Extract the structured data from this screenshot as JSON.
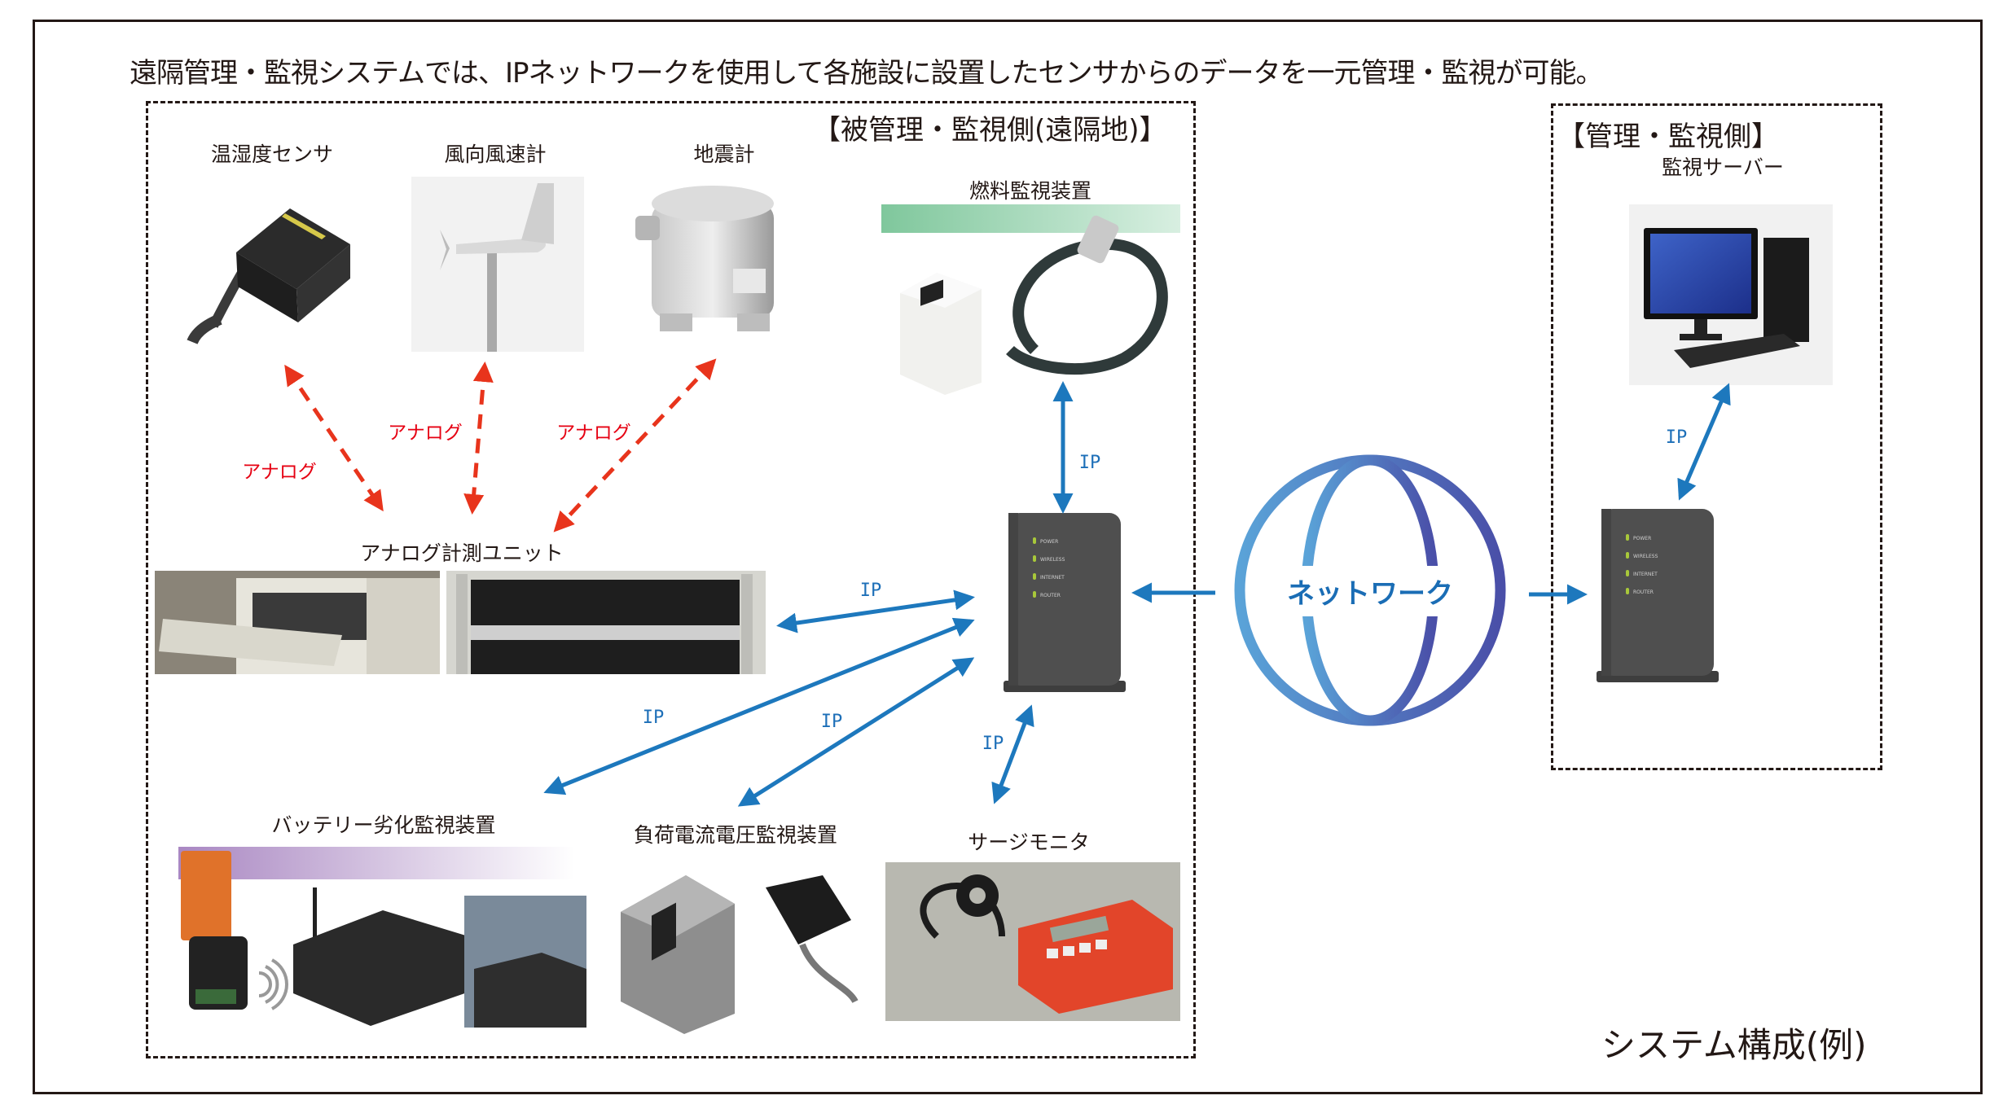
{
  "headline": "遠隔管理・監視システムでは、IPネットワークを使用して各施設に設置したセンサからのデータを一元管理・監視が可能。",
  "remote_side": {
    "title": "【被管理・監視側(遠隔地)】",
    "sensors": [
      {
        "label": "温湿度センサ",
        "icon": "temperature-humidity-sensor"
      },
      {
        "label": "風向風速計",
        "icon": "anemometer"
      },
      {
        "label": "地震計",
        "icon": "seismometer"
      }
    ],
    "analog_links": [
      "アナログ",
      "アナログ",
      "アナログ"
    ],
    "analog_unit": {
      "label": "アナログ計測ユニット",
      "icon": "rack-cabinet"
    },
    "fuel_monitor": {
      "label": "燃料監視装置",
      "band_color": "#8fd0a8"
    },
    "battery_monitor": {
      "label": "バッテリー劣化監視装置",
      "band_color": "#b497c8"
    },
    "load_monitor": {
      "label": "負荷電流電圧監視装置"
    },
    "surge_monitor": {
      "label": "サージモニタ"
    },
    "router": {
      "leds": [
        "POWER",
        "WIRELESS",
        "INTERNET",
        "ROUTER"
      ]
    }
  },
  "network": {
    "label": "ネットワーク",
    "icon": "globe"
  },
  "management_side": {
    "title": "【管理・監視側】",
    "server": {
      "label": "監視サーバー",
      "icon": "desktop-pc"
    },
    "router": {
      "leds": [
        "POWER",
        "WIRELESS",
        "INTERNET",
        "ROUTER"
      ]
    }
  },
  "links": {
    "ip_label": "IP",
    "ip_fuel": "IP",
    "ip_unit": "IP",
    "ip_battery": "IP",
    "ip_load": "IP",
    "ip_surge": "IP",
    "ip_server": "IP"
  },
  "colors": {
    "ip_arrow": "#1d78bd",
    "analog_arrow": "#e8341c",
    "globe_left": "#5aa3d8",
    "globe_right": "#4a4fa8",
    "router_body": "#4f4f4f",
    "led": "#a8c83a"
  },
  "caption": "システム構成(例)"
}
